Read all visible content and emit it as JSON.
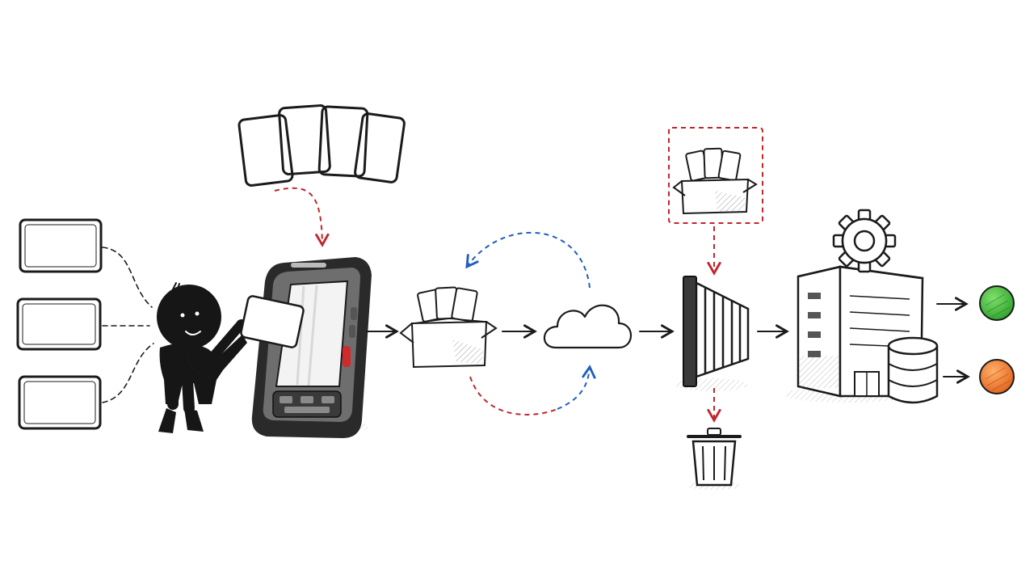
{
  "diagram": {
    "style": "hand-drawn sketch",
    "background": "#ffffff",
    "colors": {
      "ink": "#1b1b1b",
      "red_dashed": "#c0262d",
      "blue_dashed": "#1f5fbf",
      "success": "#3cbc3a",
      "warning": "#ef7a2a"
    },
    "nodes": [
      {
        "id": "input-cards",
        "icon": "card-stack-icon",
        "count": 3
      },
      {
        "id": "person",
        "icon": "person-icon"
      },
      {
        "id": "scan-cards",
        "icon": "card-stack-icon",
        "count": 4
      },
      {
        "id": "handheld",
        "icon": "rugged-handheld-device-icon"
      },
      {
        "id": "package",
        "icon": "open-box-icon"
      },
      {
        "id": "cloud",
        "icon": "cloud-icon"
      },
      {
        "id": "staged-package",
        "icon": "open-box-icon"
      },
      {
        "id": "gate",
        "icon": "gate-icon"
      },
      {
        "id": "trash",
        "icon": "trash-can-icon"
      },
      {
        "id": "building",
        "icon": "building-icon"
      },
      {
        "id": "gear",
        "icon": "gear-icon"
      },
      {
        "id": "database",
        "icon": "database-icon"
      },
      {
        "id": "status-success",
        "icon": "status-dot-icon",
        "color": "#3cbc3a"
      },
      {
        "id": "status-warning",
        "icon": "status-dot-icon",
        "color": "#ef7a2a"
      }
    ],
    "edges": [
      {
        "from": "input-cards",
        "to": "person",
        "style": "dashed",
        "color": "#1b1b1b"
      },
      {
        "from": "scan-cards",
        "to": "handheld",
        "style": "dashed",
        "color": "#c0262d"
      },
      {
        "from": "handheld",
        "to": "package",
        "style": "solid",
        "color": "#1b1b1b"
      },
      {
        "from": "package",
        "to": "cloud",
        "style": "solid",
        "color": "#1b1b1b"
      },
      {
        "from": "cloud",
        "to": "package",
        "style": "dashed",
        "color": "#1f5fbf"
      },
      {
        "from": "package",
        "to": "cloud",
        "style": "dashed",
        "color": "#c0262d"
      },
      {
        "from": "cloud",
        "to": "gate",
        "style": "solid",
        "color": "#1b1b1b"
      },
      {
        "from": "staged-package",
        "to": "gate",
        "style": "dashed",
        "color": "#c0262d"
      },
      {
        "from": "gate",
        "to": "trash",
        "style": "dashed",
        "color": "#c0262d"
      },
      {
        "from": "gate",
        "to": "building",
        "style": "solid",
        "color": "#1b1b1b"
      },
      {
        "from": "building",
        "to": "status-success",
        "style": "solid",
        "color": "#1b1b1b"
      },
      {
        "from": "building",
        "to": "status-warning",
        "style": "solid",
        "color": "#1b1b1b"
      }
    ]
  }
}
